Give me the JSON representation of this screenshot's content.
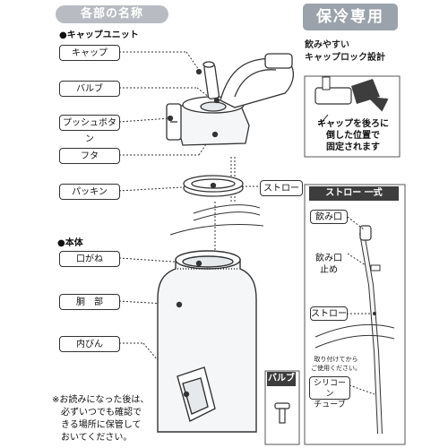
{
  "header": {
    "title": "各部の名称",
    "badge": "保冷専用"
  },
  "sections": {
    "cap_unit": "●キャップユニット",
    "body": "●本体"
  },
  "part_labels": {
    "cap": "キャップ",
    "valve": "バルブ",
    "push_button": "プッシュボタン",
    "lid": "フタ",
    "packing": "パッキン",
    "straw": "ストロー",
    "mouth": "口がね",
    "body": "胴　部",
    "inner_bottle": "内びん"
  },
  "cap_lock": {
    "title_line1": "飲みやすい",
    "title_line2": "キャップロック設計",
    "callout_line1": "キャップを後ろに",
    "callout_line2": "倒した位置で",
    "callout_line3": "固定されます"
  },
  "straw_set": {
    "title": "ストロー 一式",
    "drinking_mouth": "飲み口",
    "stopper_line1": "飲み口",
    "stopper_line2": "止め",
    "straw": "ストロー",
    "attach_line1": "取り付けてから",
    "attach_line2": "ご使用ください。",
    "silicone_line1": "シリコーン",
    "silicone_line2": "チューブ"
  },
  "valve_part": {
    "title": "バルブ"
  },
  "footnote": {
    "line1": "※お読みになった後は、",
    "line2": "必ずいつでも確認で",
    "line3": "きる場所に保管して",
    "line4": "おいてください。"
  },
  "colors": {
    "pill": "#b8bcc2",
    "badge": "#9aa3ab",
    "dark_header": "#3d3d3d",
    "bottle_fill": "#f4f6f8",
    "line": "#333333"
  }
}
